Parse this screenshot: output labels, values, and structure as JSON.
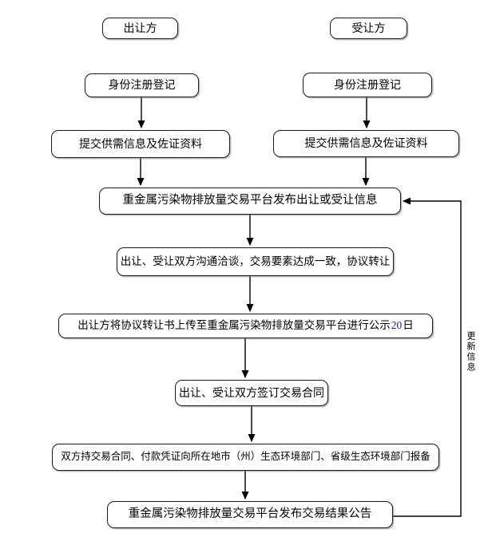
{
  "flowchart": {
    "nodes": {
      "transferor": {
        "label": "出让方"
      },
      "transferee": {
        "label": "受让方"
      },
      "identity_left": {
        "label": "身份注册登记"
      },
      "identity_right": {
        "label": "身份注册登记"
      },
      "submit_left": {
        "label": "提交供需信息及佐证资料"
      },
      "submit_right": {
        "label": "提交供需信息及佐证资料"
      },
      "platform_publish": {
        "label": "重金属污染物排放量交易平台发布出让或受让信息"
      },
      "negotiate": {
        "label": "出让、受让双方沟通洽谈，交易要素达成一致，协议转让"
      },
      "upload_publicity": {
        "label_prefix": "出让方将协议转让书上传至重金属污染物排放量交易平台进行公示",
        "duration": "20",
        "label_suffix": "日"
      },
      "sign_contract": {
        "label": "出让、受让双方签订交易合同"
      },
      "report": {
        "label": "双方持交易合同、付款凭证向所在地市（州）生态环境部门、省级生态环境部门报备"
      },
      "result_announcement": {
        "label": "重金属污染物排放量交易平台发布交易结果公告"
      }
    },
    "edge_labels": {
      "feedback": "更新信息"
    },
    "colors": {
      "border": "#1a1a1a",
      "text": "#000000",
      "duration_text": "#202090",
      "background": "#ffffff"
    }
  }
}
